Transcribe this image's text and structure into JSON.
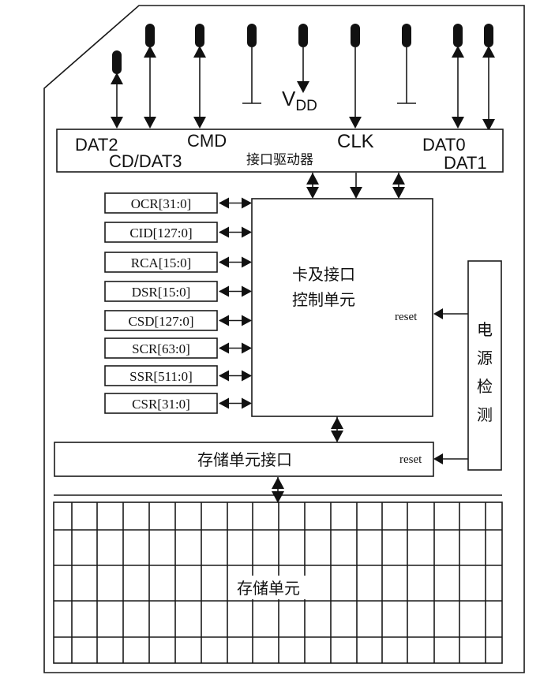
{
  "title": "SD card internal architecture block diagram",
  "pins": [
    {
      "id": "dat2",
      "label": "DAT2",
      "direction": "bidirectional"
    },
    {
      "id": "cd-dat3",
      "label": "CD/DAT3",
      "direction": "bidirectional"
    },
    {
      "id": "cmd",
      "label": "CMD",
      "direction": "bidirectional"
    },
    {
      "id": "vss1",
      "label": "",
      "direction": "ground"
    },
    {
      "id": "vdd",
      "label": "V",
      "label_sub": "DD",
      "direction": "input"
    },
    {
      "id": "clk",
      "label": "CLK",
      "direction": "input"
    },
    {
      "id": "vss2",
      "label": "",
      "direction": "ground"
    },
    {
      "id": "dat0",
      "label": "DAT0",
      "direction": "bidirectional"
    },
    {
      "id": "dat1",
      "label": "DAT1",
      "direction": "bidirectional"
    }
  ],
  "interface_driver": {
    "label": "接口驱动器"
  },
  "registers": [
    {
      "label": "OCR[31:0]"
    },
    {
      "label": "CID[127:0]"
    },
    {
      "label": "RCA[15:0]"
    },
    {
      "label": "DSR[15:0]"
    },
    {
      "label": "CSD[127:0]"
    },
    {
      "label": "SCR[63:0]"
    },
    {
      "label": "SSR[511:0]"
    },
    {
      "label": "CSR[31:0]"
    }
  ],
  "controller": {
    "line1": "卡及接口",
    "line2": "控制单元",
    "reset_label": "reset"
  },
  "power_detect": {
    "chars": [
      "电",
      "源",
      "检",
      "测"
    ]
  },
  "memory_interface": {
    "label": "存储单元接口",
    "reset_label": "reset"
  },
  "memory_core": {
    "label": "存储单元",
    "grid_rows": 5,
    "grid_cols": 18
  }
}
